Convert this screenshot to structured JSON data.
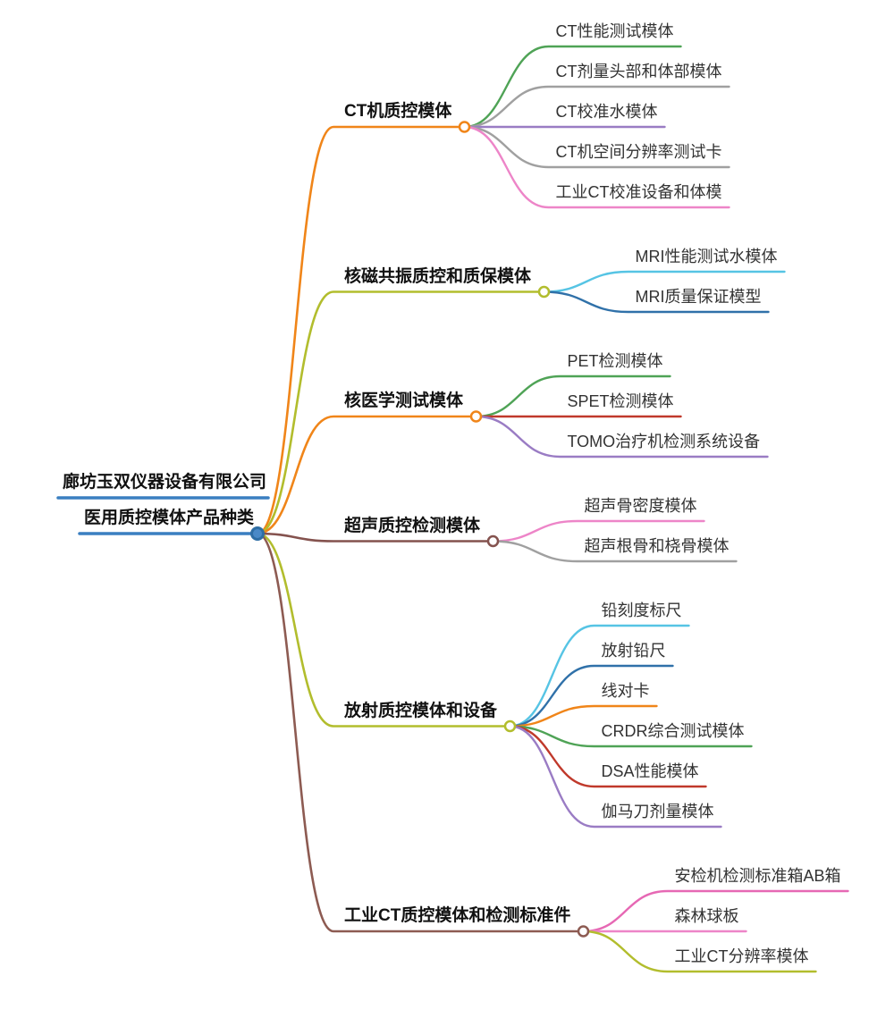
{
  "root": {
    "company": "廊坊玉双仪器设备有限公司",
    "title": "医用质控模体产品种类",
    "underline_color": "#3a7fc1",
    "circle_fill": "#4a89c7",
    "circle_stroke": "#2f6ea5"
  },
  "branches": [
    {
      "label": "CT机质控模体",
      "color": "#f08519",
      "children": [
        {
          "label": "CT性能测试模体",
          "color": "#4fa356"
        },
        {
          "label": "CT剂量头部和体部模体",
          "color": "#a0a0a0"
        },
        {
          "label": "CT校准水模体",
          "color": "#9a7cc4"
        },
        {
          "label": "CT机空间分辨率测试卡",
          "color": "#a0a0a0"
        },
        {
          "label": "工业CT校准设备和体模",
          "color": "#ed85c8"
        }
      ]
    },
    {
      "label": "核磁共振质控和质保模体",
      "color": "#b2bd2d",
      "children": [
        {
          "label": "MRI性能测试水模体",
          "color": "#56c4e4"
        },
        {
          "label": "MRI质量保证模型",
          "color": "#3071a9"
        }
      ]
    },
    {
      "label": "核医学测试模体",
      "color": "#f08519",
      "children": [
        {
          "label": "PET检测模体",
          "color": "#4fa356"
        },
        {
          "label": "SPET检测模体",
          "color": "#c0392b"
        },
        {
          "label": "TOMO治疗机检测系统设备",
          "color": "#9a7cc4"
        }
      ]
    },
    {
      "label": "超声质控检测模体",
      "color": "#84524e",
      "children": [
        {
          "label": "超声骨密度模体",
          "color": "#ed85c8"
        },
        {
          "label": "超声根骨和桡骨模体",
          "color": "#a0a0a0"
        }
      ]
    },
    {
      "label": "放射质控模体和设备",
      "color": "#b2bd2d",
      "children": [
        {
          "label": "铅刻度标尺",
          "color": "#56c4e4"
        },
        {
          "label": "放射铅尺",
          "color": "#3071a9"
        },
        {
          "label": "线对卡",
          "color": "#f08519"
        },
        {
          "label": "CRDR综合测试模体",
          "color": "#4fa356"
        },
        {
          "label": "DSA性能模体",
          "color": "#c0392b"
        },
        {
          "label": "伽马刀剂量模体",
          "color": "#9a7cc4"
        }
      ]
    },
    {
      "label": "工业CT质控模体和检测标准件",
      "color": "#8d5b52",
      "children": [
        {
          "label": "安检机检测标准箱AB箱",
          "color": "#e668b4"
        },
        {
          "label": "森林球板",
          "color": "#ed85c8"
        },
        {
          "label": "工业CT分辨率模体",
          "color": "#b2bd2d"
        }
      ]
    }
  ]
}
